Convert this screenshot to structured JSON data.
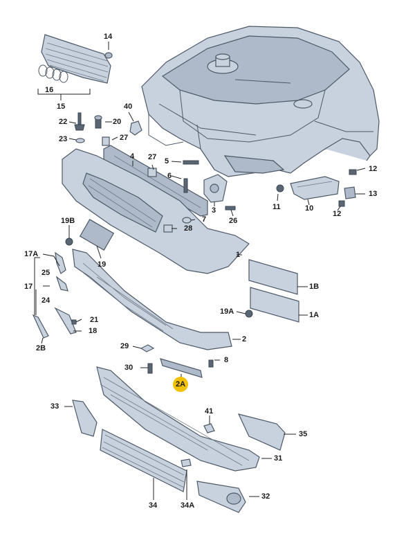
{
  "diagram": {
    "labels": {
      "l14": "14",
      "l15": "15",
      "l16": "16",
      "l40": "40",
      "l22": "22",
      "l20": "20",
      "l23": "23",
      "l27a": "27",
      "l4": "4",
      "l27b": "27",
      "l5": "5",
      "l6": "6",
      "l12a": "12",
      "l13": "13",
      "l11": "11",
      "l10": "10",
      "l12b": "12",
      "l3": "3",
      "l26": "26",
      "l7": "7",
      "l28": "28",
      "l19B": "19B",
      "l19": "19",
      "l1": "1",
      "l17A": "17A",
      "l25": "25",
      "l17": "17",
      "l24": "24",
      "l1B": "1B",
      "l19A": "19A",
      "l1A": "1A",
      "l21": "21",
      "l18": "18",
      "l2B": "2B",
      "l2": "2",
      "l29": "29",
      "l30": "30",
      "l8": "8",
      "l2A": "2A",
      "l33": "33",
      "l41": "41",
      "l35": "35",
      "l31": "31",
      "l34": "34",
      "l34A": "34A",
      "l32": "32"
    },
    "highlight_color": "#f2c100",
    "highlighted_part": "2A"
  }
}
